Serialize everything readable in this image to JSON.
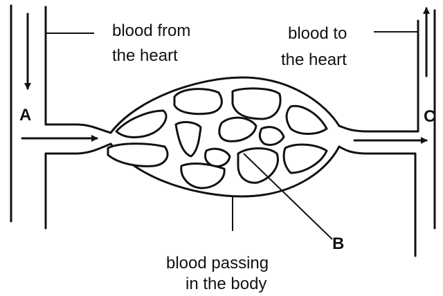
{
  "labels": {
    "blood_from_line1": "blood from",
    "blood_from_line2": "the heart",
    "blood_to_line1": "blood to",
    "blood_to_line2": "the heart",
    "passing_line1": "blood passing",
    "passing_line2": "in the body",
    "point_a": "A",
    "point_b": "B",
    "point_c": "C"
  },
  "colors": {
    "ink": "#111111",
    "background": "#ffffff"
  }
}
